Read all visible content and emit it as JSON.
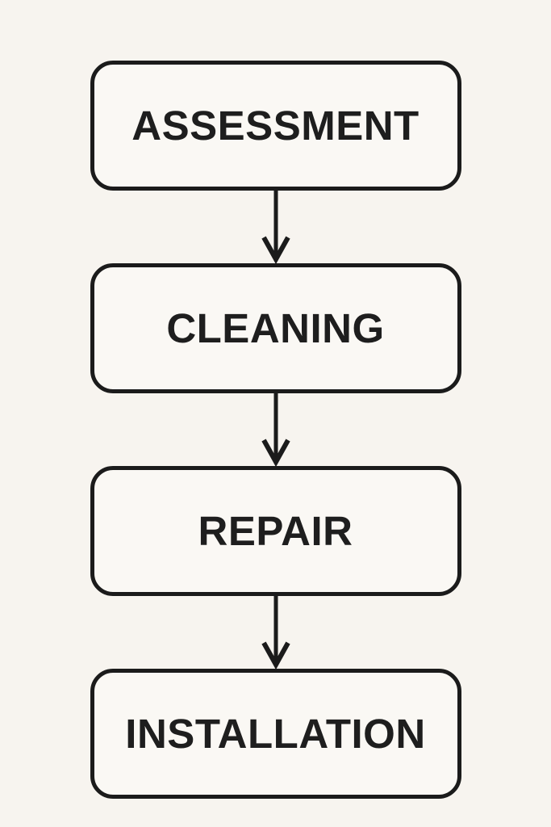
{
  "flowchart": {
    "type": "vertical-flow",
    "steps": [
      {
        "label": "ASSESSMENT"
      },
      {
        "label": "CLEANING"
      },
      {
        "label": "REPAIR"
      },
      {
        "label": "INSTALLATION"
      }
    ],
    "connector": "arrow-down",
    "colors": {
      "background": "#f7f4ef",
      "box_fill": "#faf8f4",
      "stroke": "#1b1b1b",
      "text": "#1e1e1e"
    }
  }
}
